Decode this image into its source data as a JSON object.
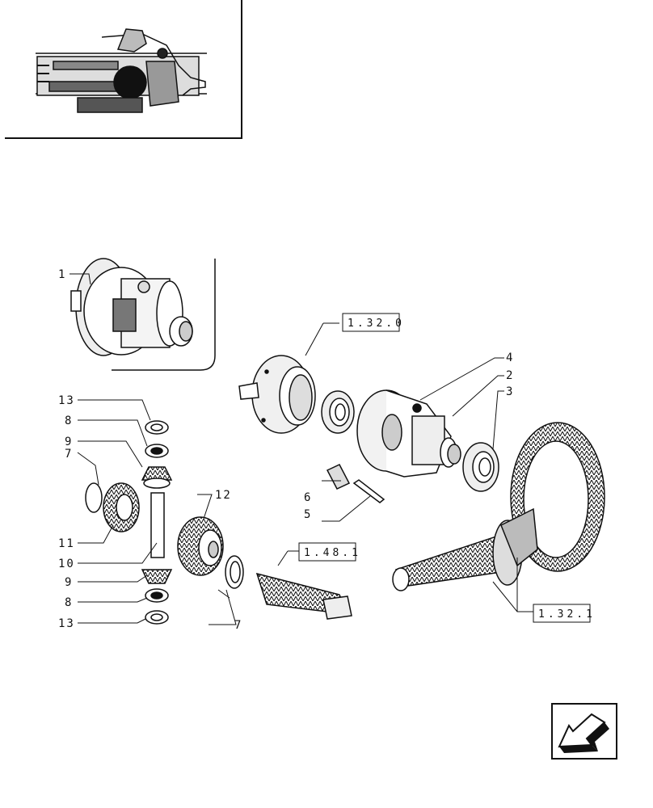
{
  "labels": {
    "l1": "1",
    "l2": "2",
    "l3": "3",
    "l4": "4",
    "l5": "5",
    "l6": "6",
    "l7a": "7",
    "l7b": "7",
    "l8a": "8",
    "l8b": "8",
    "l9a": "9",
    "l9b": "9",
    "l10": "10",
    "l11": "11",
    "l12": "12",
    "l13a": "13",
    "l13b": "13"
  },
  "refs": {
    "r1": "1.32.0",
    "r2": "1.48.1",
    "r3": "1.32.1"
  },
  "icons": {
    "overview": "tractor-overview-thumbnail",
    "nav": "back-arrow-icon"
  },
  "colors": {
    "ink": "#111111",
    "paper": "#ffffff"
  }
}
